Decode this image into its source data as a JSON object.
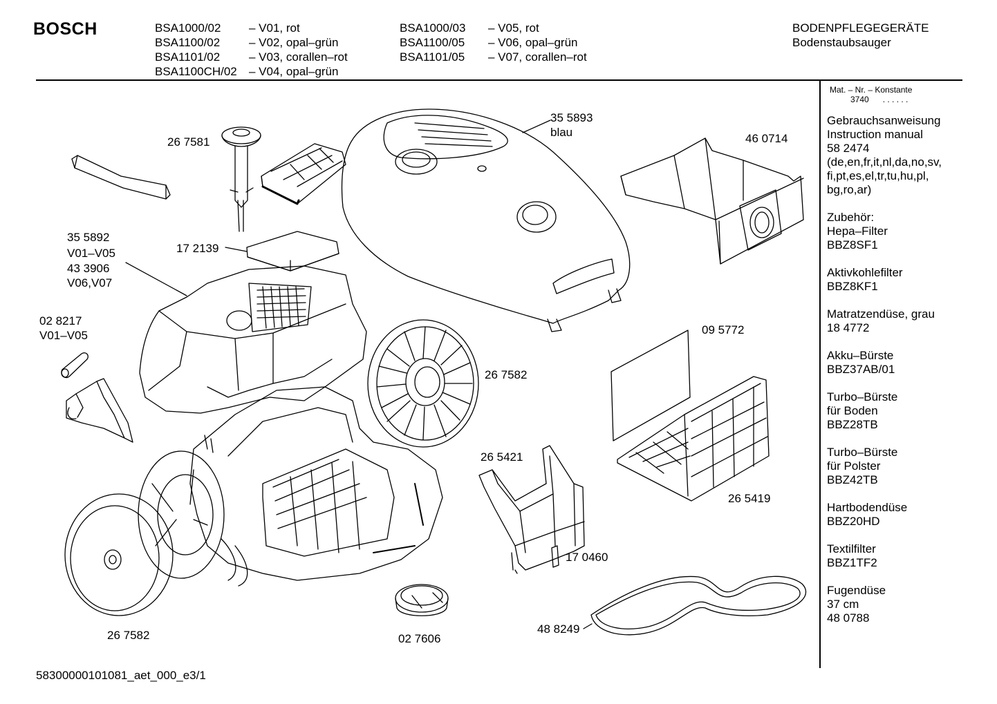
{
  "brand": "BOSCH",
  "models": [
    {
      "code": "BSA1000/02",
      "variant": "– V01, rot"
    },
    {
      "code": "BSA1100/02",
      "variant": "– V02, opal–grün"
    },
    {
      "code": "BSA1101/02",
      "variant": "– V03, corallen–rot"
    },
    {
      "code": "BSA1100CH/02",
      "variant": "– V04, opal–grün"
    },
    {
      "code": "BSA1000/03",
      "variant": "– V05, rot"
    },
    {
      "code": "BSA1100/05",
      "variant": "– V06, opal–grün"
    },
    {
      "code": "BSA1101/05",
      "variant": "– V07, corallen–rot"
    }
  ],
  "category": {
    "line1": "BODENPFLEGEGERÄTE",
    "line2": "Bodenstaubsauger"
  },
  "mat": {
    "label": "Mat. – Nr. – Konstante",
    "value": "3740",
    "dots": ". .   . . . ."
  },
  "sidebar": [
    [
      "Gebrauchsanweisung",
      "Instruction manual",
      "58 2474",
      "(de,en,fr,it,nl,da,no,sv,",
      "fi,pt,es,el,tr,tu,hu,pl,",
      "bg,ro,ar)"
    ],
    [
      "Zubehör:",
      "Hepa–Filter",
      "BBZ8SF1"
    ],
    [
      "Aktivkohlefilter",
      "BBZ8KF1"
    ],
    [
      "Matratzendüse, grau",
      "18 4772"
    ],
    [
      "Akku–Bürste",
      "BBZ37AB/01"
    ],
    [
      "Turbo–Bürste",
      "für Boden",
      "BBZ28TB"
    ],
    [
      "Turbo–Bürste",
      "für Polster",
      "BBZ42TB"
    ],
    [
      "Hartbodendüse",
      "BBZ20HD"
    ],
    [
      "Textilfilter",
      "BBZ1TF2"
    ],
    [
      "Fugendüse",
      "37 cm",
      "48 0788"
    ]
  ],
  "parts": {
    "p267581": "26 7581",
    "p355893": "35 5893",
    "p355893_color": "blau",
    "p460714": "46 0714",
    "p355892": "35 5892",
    "p355892_v1": "V01–V05",
    "p433906": "43 3906",
    "p433906_v": "V06,V07",
    "p172139": "17 2139",
    "p028217": "02 8217",
    "p028217_v": "V01–V05",
    "p095772": "09 5772",
    "p267582_a": "26 7582",
    "p265421": "26 5421",
    "p265419": "26 5419",
    "p170460": "17 0460",
    "p488249": "48 8249",
    "p267582_b": "26 7582",
    "p027606": "02 7606"
  },
  "footer": "58300000101081_aet_000_e3/1"
}
